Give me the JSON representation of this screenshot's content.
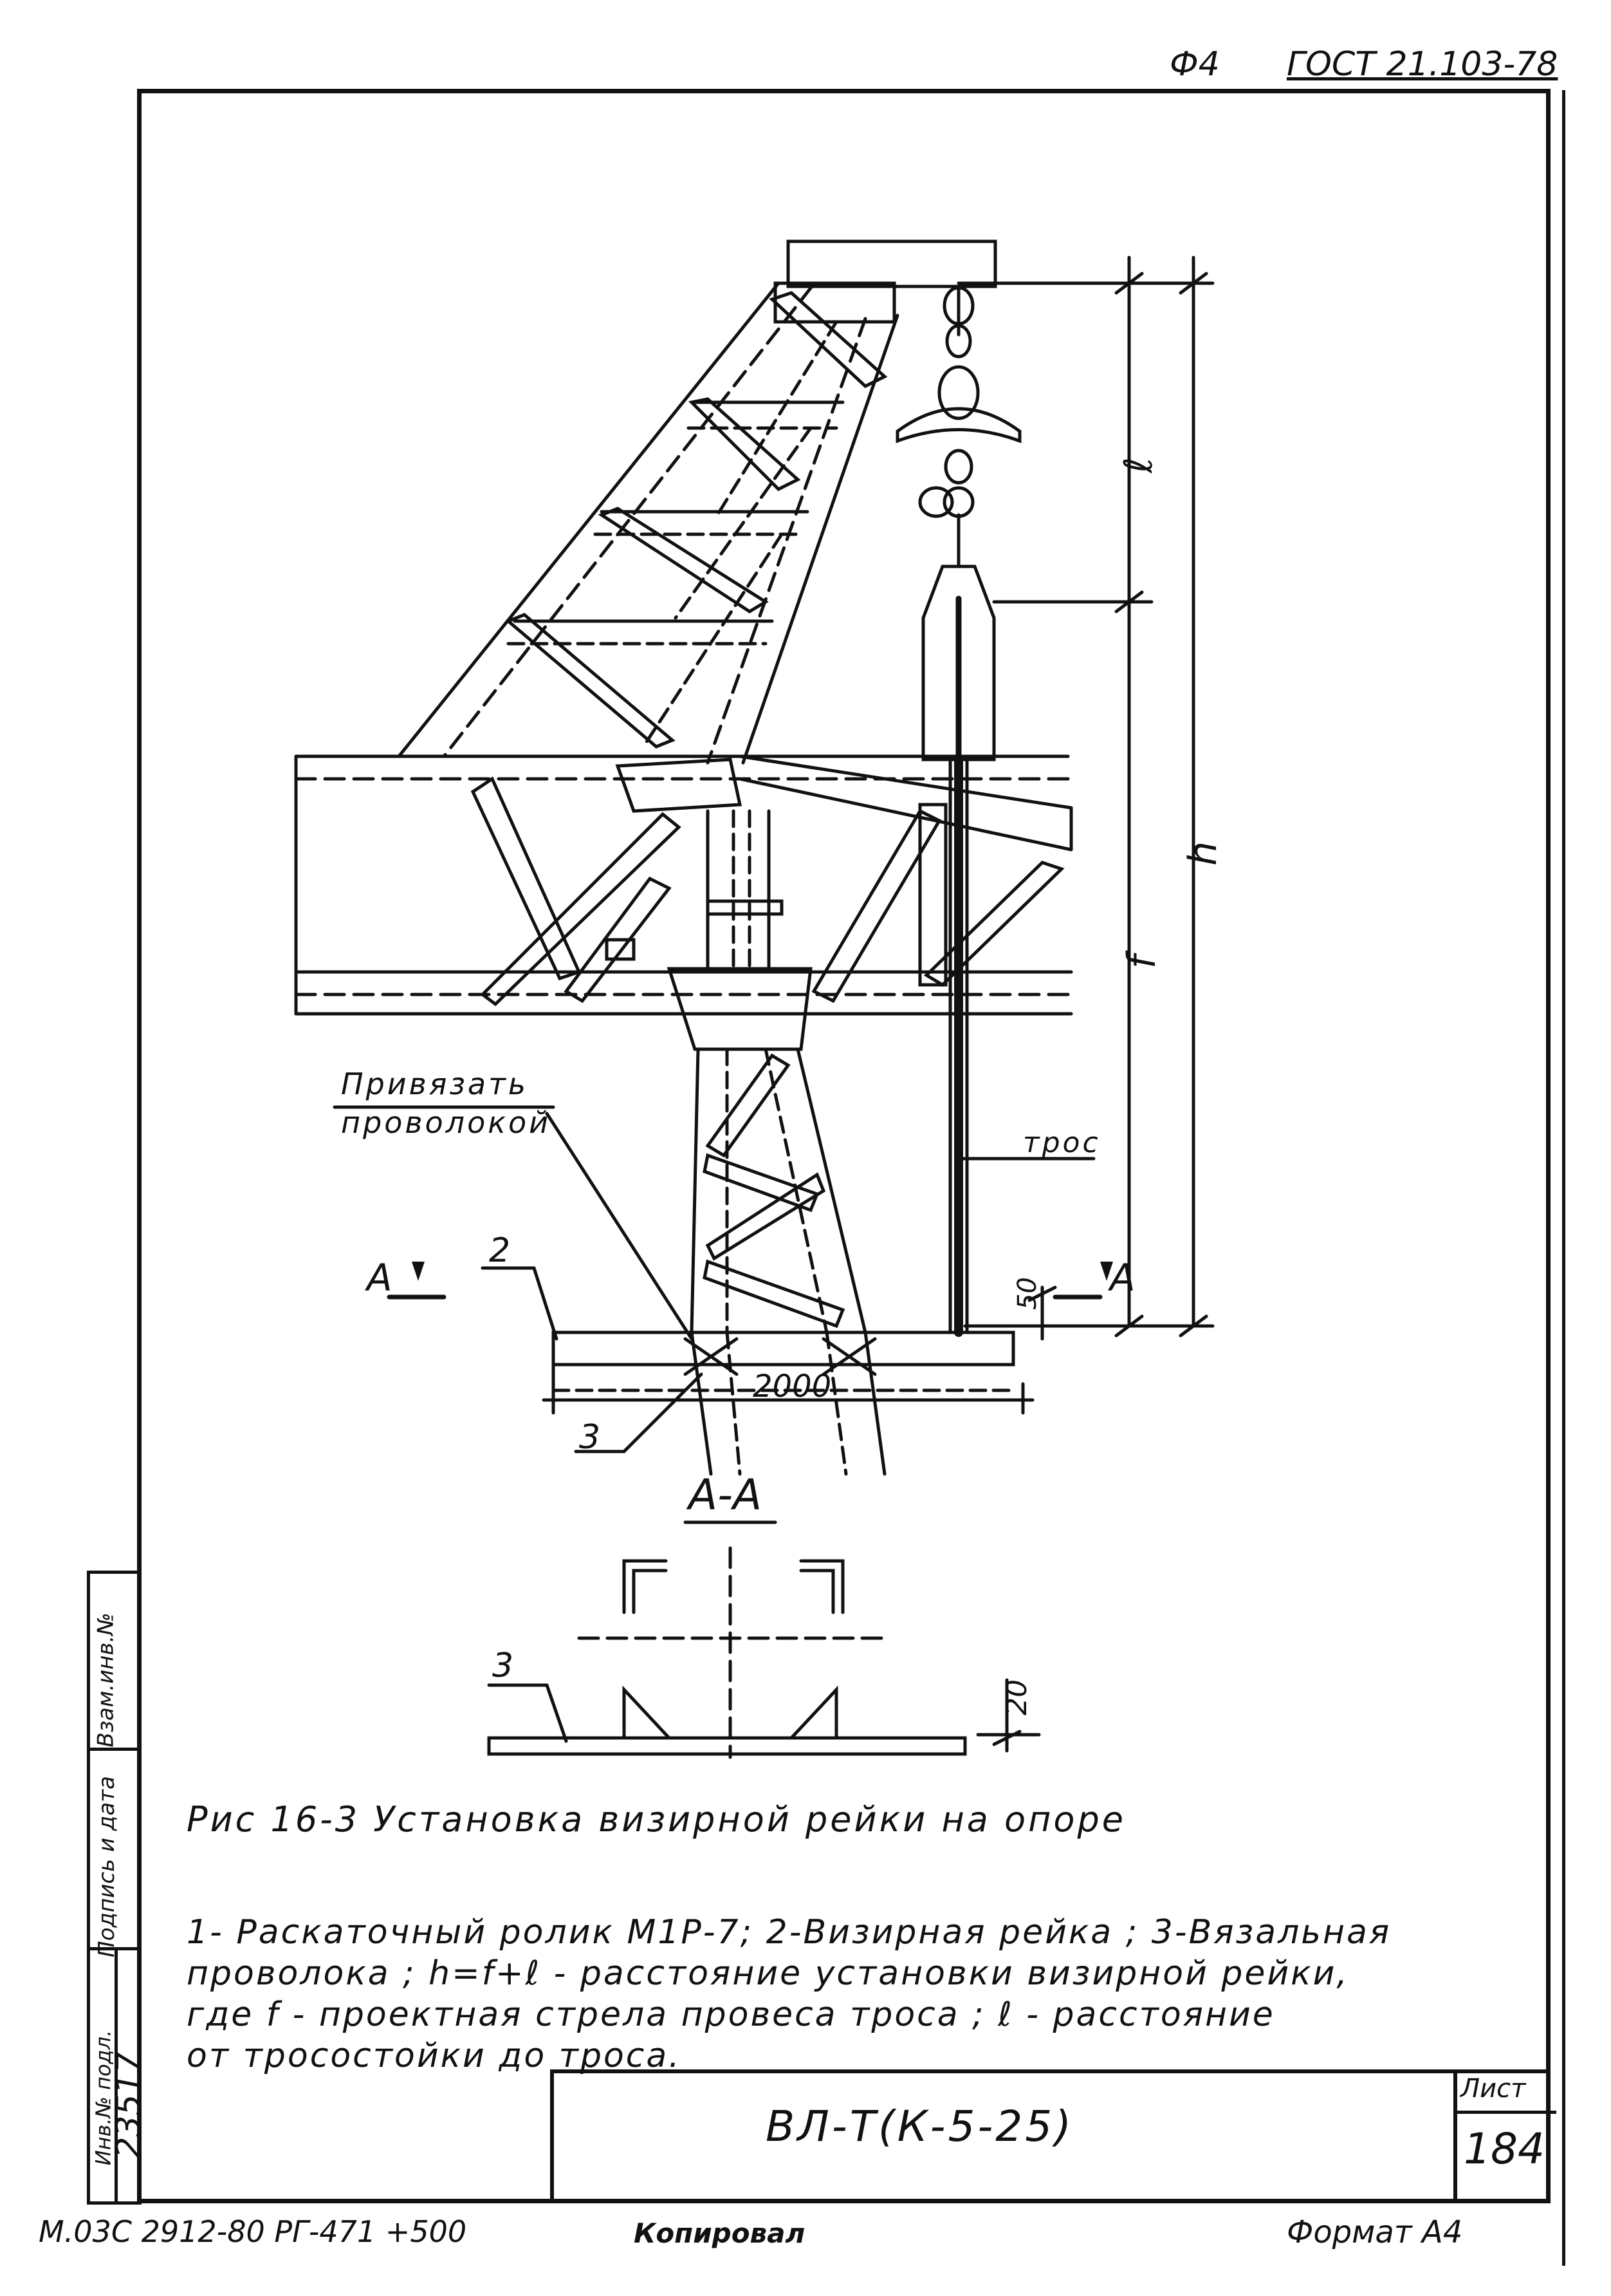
{
  "header": {
    "sheet_code": "Ф4",
    "standard": "ГОСТ 21.103-78"
  },
  "drawing": {
    "callout_tie": [
      "Привязать",
      "проволокой"
    ],
    "label_cable": "трос",
    "dim_l": "ℓ",
    "dim_h": "h",
    "dim_f": "f",
    "dim_50": "50",
    "dim_2000": "2000",
    "pos_2": "2",
    "pos_3": "3",
    "section_mark": "А",
    "section_title": "А-А",
    "section_pos_3": "3",
    "section_dim_20": "20"
  },
  "caption": "Рис 16-3 Установка визирной рейки на опоре",
  "notes": [
    "1- Раскаточный ролик М1Р-7; 2-Визирная рейка ; 3-Вязальная",
    "проволока ; h=f+ℓ - расстояние установки визирной рейки,",
    "где f - проектная стрела провеса троса ; ℓ - расстояние",
    "от тросостойки до троса."
  ],
  "side_stamp": {
    "inv_label": "Инв.№ подл.",
    "inv_value": "23517",
    "sign_date": "Подпись и дата",
    "replace_inv": "Взам.инв.№"
  },
  "title_block": {
    "designation": "ВЛ-Т(К-5-25)",
    "sheet_label": "Лист",
    "sheet_number": "184"
  },
  "footer": {
    "order": "М.03С 2912-80 РГ-471 +500",
    "copied": "Копировал",
    "format": "Формат А4"
  }
}
